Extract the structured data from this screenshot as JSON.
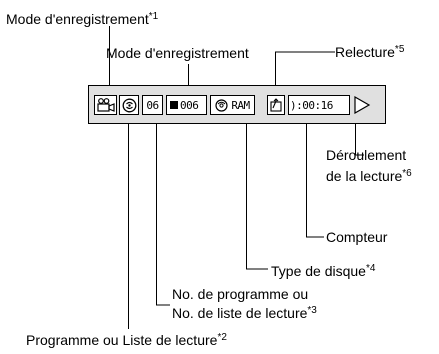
{
  "labels": {
    "rec_mode_top": {
      "text": "Mode d'enregistrement",
      "note": "*1"
    },
    "rec_mode_mid": {
      "text": "Mode d'enregistrement"
    },
    "relecture": {
      "text": "Relecture",
      "note": "*5"
    },
    "deroulement_1": {
      "text": "Déroulement"
    },
    "deroulement_2": {
      "text": "de la lecture",
      "note": "*6"
    },
    "compteur": {
      "text": "Compteur"
    },
    "type_disque": {
      "text": "Type de disque",
      "note": "*4"
    },
    "no_prog_1": {
      "text": "No. de programme ou"
    },
    "no_prog_2": {
      "text": "No. de liste de lecture",
      "note": "*3"
    },
    "prog_liste": {
      "text": "Programme ou Liste de lecture",
      "note": "*2"
    }
  },
  "display": {
    "program_number": "06",
    "rec_mode_value": "006",
    "disc_type": "RAM",
    "counter": "):00:16",
    "icons": [
      "camcorder-icon",
      "program-icon",
      "rec-mode-icon",
      "disc-icon",
      "replay-icon",
      "play-icon"
    ]
  }
}
